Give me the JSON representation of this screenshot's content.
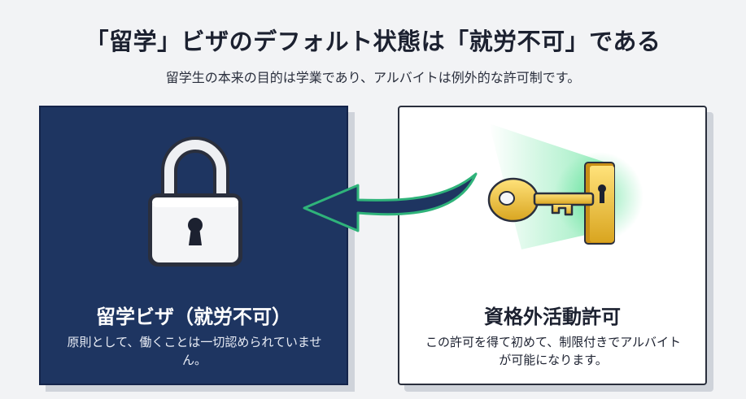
{
  "header": {
    "title": "「留学」ビザのデフォルト状態は「就労不可」である",
    "subtitle": "留学生の本来の目的は学業であり、アルバイトは例外的な許可制です。"
  },
  "left_panel": {
    "title": "留学ビザ（就労不可）",
    "text": "原則として、働くことは一切認められていません。",
    "icon": "padlock-icon",
    "bg_color": "#1e3561"
  },
  "right_panel": {
    "title": "資格外活動許可",
    "text": "この許可を得て初めて、制限付きでアルバイトが可能になります。",
    "icon": "key-icon",
    "glow_color": "#3ddc84"
  },
  "arrow": {
    "icon": "curved-arrow-icon",
    "color": "#1e3561",
    "outline_color": "#2fb37a"
  }
}
